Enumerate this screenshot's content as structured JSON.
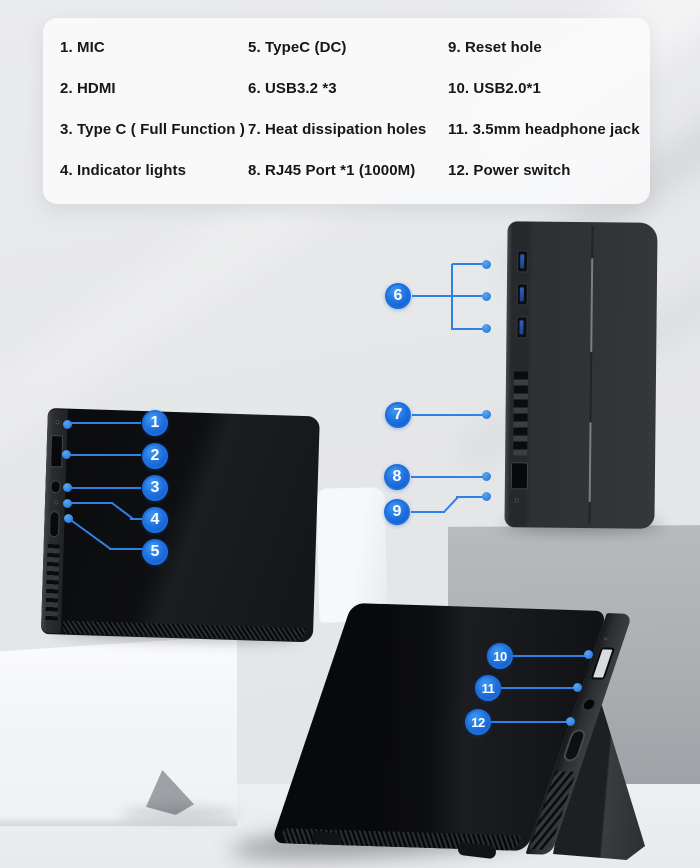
{
  "legend": {
    "items": [
      "1. MIC",
      "2. HDMI",
      "3. Type C ( Full Function )",
      "4. Indicator lights",
      "5. TypeC (DC)",
      "6. USB3.2 *3",
      "7. Heat dissipation holes",
      "8. RJ45 Port *1 (1000M)",
      "9. Reset hole",
      "10. USB2.0*1",
      "11. 3.5mm headphone jack",
      "12. Power switch"
    ]
  },
  "callouts": {
    "numbers": [
      "1",
      "2",
      "3",
      "4",
      "5",
      "6",
      "7",
      "8",
      "9",
      "10",
      "11",
      "12"
    ]
  },
  "colors": {
    "callout_blue": "#1e6fdd",
    "line_blue": "#2e82e6",
    "background_gray": "#e7e8ea",
    "device_black": "#0d0e11"
  }
}
